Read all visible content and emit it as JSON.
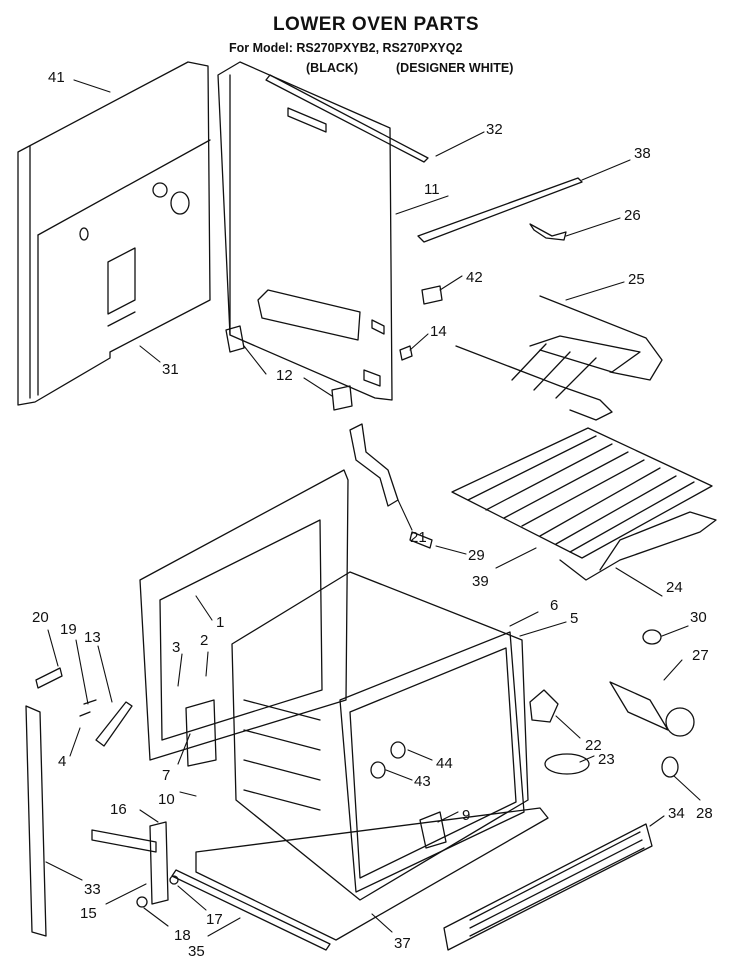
{
  "title": "LOWER OVEN PARTS",
  "model_line": "For Model: RS270PXYB2, RS270PXYQ2",
  "variants": [
    "(BLACK)",
    "(DESIGNER WHITE)"
  ],
  "corner_mark": "'",
  "callouts": [
    "41",
    "32",
    "38",
    "11",
    "26",
    "42",
    "25",
    "14",
    "31",
    "12",
    "21",
    "29",
    "39",
    "24",
    "6",
    "5",
    "30",
    "20",
    "19",
    "13",
    "3",
    "2",
    "1",
    "27",
    "4",
    "7",
    "22",
    "44",
    "23",
    "43",
    "10",
    "16",
    "9",
    "34",
    "28",
    "33",
    "15",
    "17",
    "18",
    "35",
    "37"
  ]
}
